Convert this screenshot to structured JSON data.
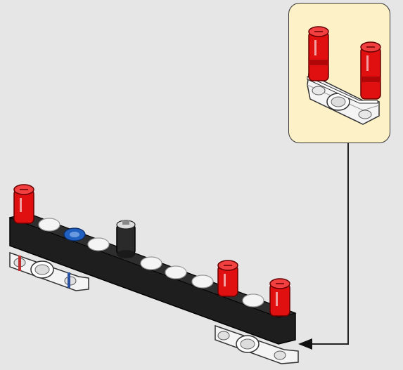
{
  "scene": {
    "background": "#e6e6e6",
    "callout_background": "#fdf1c7",
    "pin_color": "#e01010",
    "beam_color": "#1e1e1e",
    "connector_color": "#f4f4f4",
    "axle_color": "#2a2a2a",
    "blue_pin_color": "#2060c0",
    "items": {
      "main_beam": "black-technic-beam",
      "red_pins": "red-friction-pin",
      "axle_pin": "black-axle-pin",
      "blue_pin": "blue-pin",
      "connectors": "white-pin-connector",
      "callout": "parts-callout",
      "arrow": "placement-arrow"
    }
  }
}
